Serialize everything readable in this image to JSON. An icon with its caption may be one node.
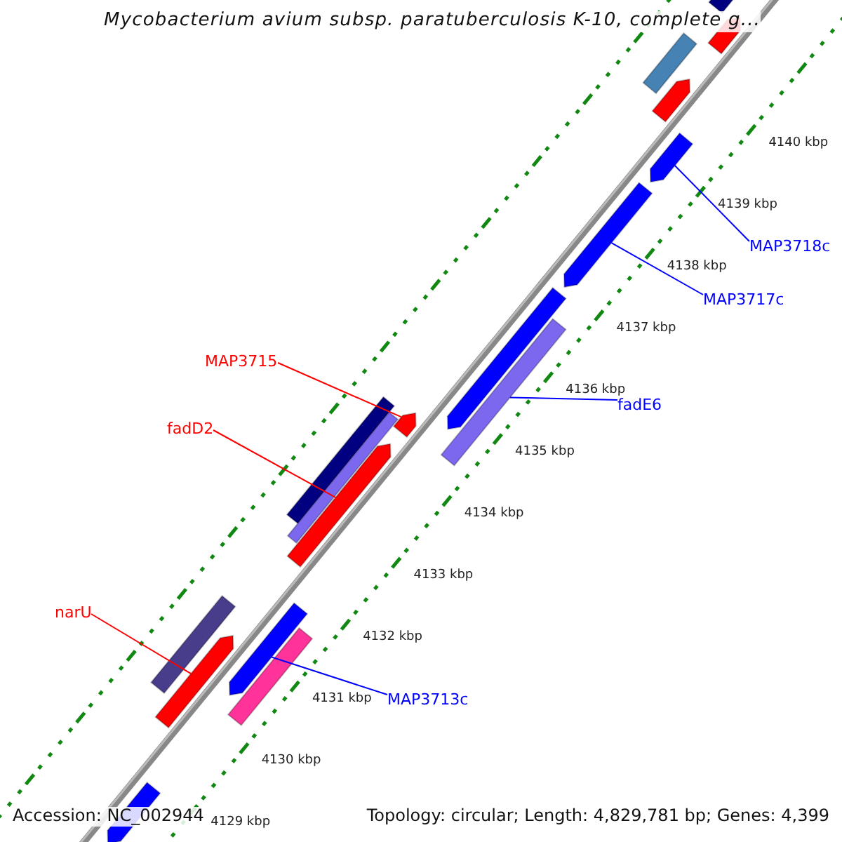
{
  "diagram": {
    "title": "Mycobacterium avium subsp. paratuberculosis K-10, complete g...",
    "nodes": [
      {
        "text": [
          "MAP3718c"
        ]
      },
      {
        "text": [],
        "shape": "bar"
      },
      {
        "text": [
          "MAP3717c"
        ]
      },
      {
        "text": [],
        "shape": "bar"
      },
      {
        "text": [
          "MAP3715"
        ]
      },
      {
        "text": [],
        "shape": "bar"
      },
      {
        "text": [
          "fadE6"
        ]
      },
      {
        "text": [],
        "shape": "bar"
      },
      {
        "text": [
          "fadD2"
        ]
      },
      {
        "text": [],
        "shape": "bar"
      },
      {
        "text": [
          "narU"
        ]
      },
      {
        "text": [],
        "shape": "bar"
      },
      {
        "text": [
          "MAP3713c"
        ]
      },
      {
        "text": [],
        "shape": "bar"
      }
    ],
    "edges": [
      {
        "from": 0,
        "to": 1,
        "arrow": "none"
      },
      {
        "from": 2,
        "to": 3,
        "arrow": "none"
      },
      {
        "from": 4,
        "to": 5,
        "arrow": "none",
        "color": "#ff0000"
      },
      {
        "from": 6,
        "to": 7,
        "arrow": "none"
      },
      {
        "from": 8,
        "to": 9,
        "arrow": "none",
        "color": "#ff0000"
      },
      {
        "from": 10,
        "to": 11,
        "arrow": "none",
        "color": "#ff0000"
      },
      {
        "from": 12,
        "to": 13,
        "arrow": "none"
      }
    ],
    "labels": [
      "4140 kbp",
      "4139 kbp",
      "4138 kbp",
      "4137 kbp",
      "4136 kbp",
      "4135 kbp",
      "4134 kbp",
      "4133 kbp",
      "4132 kbp",
      "4131 kbp",
      "4130 kbp",
      "4129 kbp",
      "Accession: NC_002944",
      "Topology: circular; Length: 4,829,781 bp; Genes: 4,399"
    ]
  }
}
